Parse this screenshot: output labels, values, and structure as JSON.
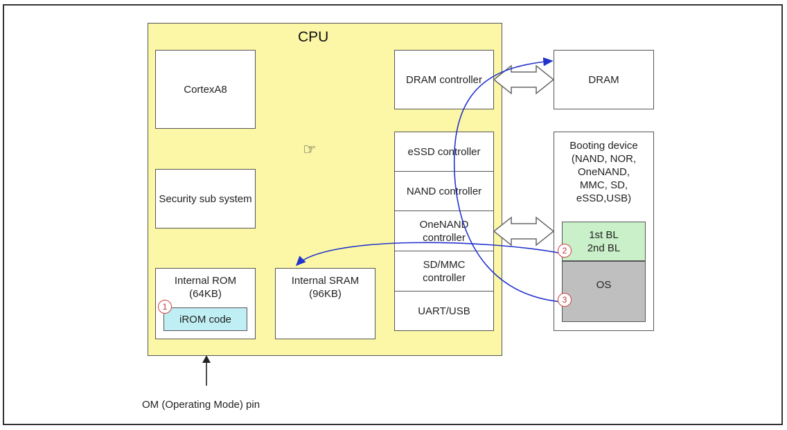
{
  "cpu": {
    "title": "CPU"
  },
  "blocks": {
    "cortex": "CortexA8",
    "security": "Security sub system",
    "irom_title": "Internal ROM\n(64KB)",
    "irom_code": "iROM code",
    "sram": "Internal SRAM\n(96KB)",
    "dram_controller": "DRAM controller",
    "dram": "DRAM"
  },
  "controllers": [
    "eSSD controller",
    "NAND controller",
    "OneNAND\ncontroller",
    "SD/MMC\ncontroller",
    "UART/USB"
  ],
  "booting_device": {
    "label": "Booting device\n(NAND, NOR,\nOneNAND,\nMMC, SD,\neSSD,USB)",
    "bl": "1st BL\n2nd BL",
    "os": "OS"
  },
  "steps": [
    "1",
    "2",
    "3"
  ],
  "om_pin": "OM (Operating Mode) pin",
  "colors": {
    "cpu_bg": "#fbf7a6",
    "bl_bg": "#c9f0c9",
    "os_bg": "#bfbfbf",
    "irom_bg": "#bfeff4",
    "arrow": "#2233cc",
    "badge": "#d04040"
  },
  "icons": {
    "cursor": "hand-cursor-icon"
  }
}
